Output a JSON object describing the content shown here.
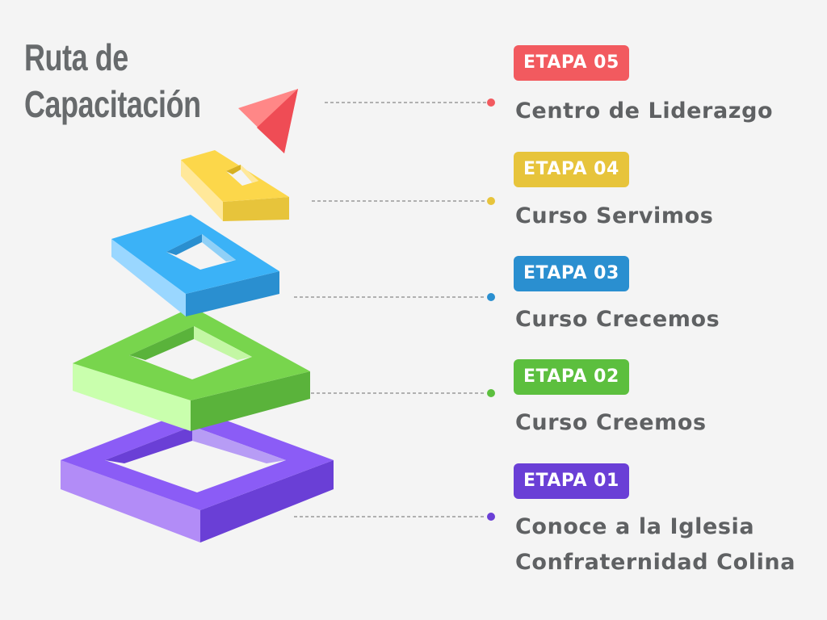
{
  "title": {
    "line1": "Ruta de",
    "line2": "Capacitación"
  },
  "stages": [
    {
      "badge": "ETAPA 05",
      "label": "Centro de Liderazgo",
      "color": "#f25a5f"
    },
    {
      "badge": "ETAPA 04",
      "label": "Curso Servimos",
      "color": "#e7c43b"
    },
    {
      "badge": "ETAPA 03",
      "label": "Curso Crecemos",
      "color": "#2a8fd0"
    },
    {
      "badge": "ETAPA 02",
      "label": "Curso Creemos",
      "color": "#5cbf3e"
    },
    {
      "badge": "ETAPA 01",
      "label": "Conoce a la Iglesia Confraternidad Colina",
      "color": "#6a3fd6"
    }
  ]
}
